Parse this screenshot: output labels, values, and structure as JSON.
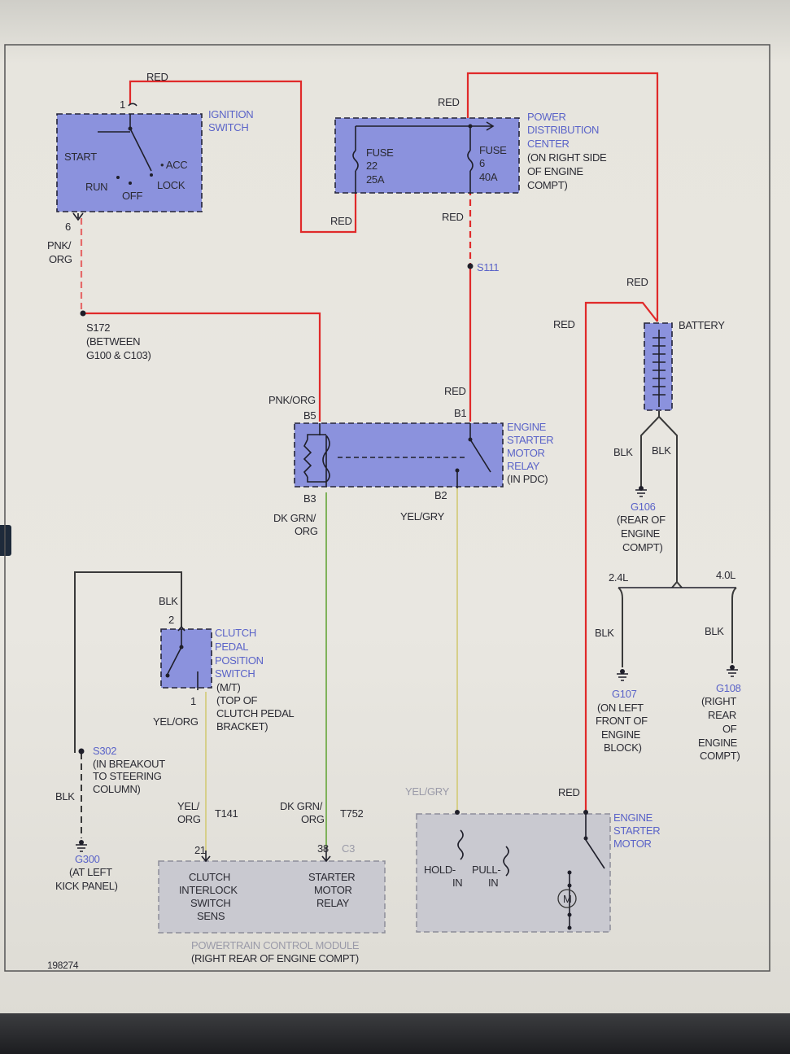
{
  "diagram": {
    "figure_number": "198274",
    "colors": {
      "red_wire": "#e02a2a",
      "pink_wire": "#e56a6a",
      "black_wire": "#3a3a3a",
      "green_wire": "#7fb25a",
      "yellow_wire": "#d6cf8a",
      "component_fill": "#8b92dd",
      "label_blue": "#5a63c8"
    },
    "ignition_switch": {
      "title": [
        "IGNITION",
        "SWITCH"
      ],
      "pin_top": "1",
      "pin_bottom": "6",
      "positions": {
        "start": "START",
        "run": "RUN",
        "off": "OFF",
        "acc": "• ACC",
        "lock": "LOCK"
      }
    },
    "pdc": {
      "title": [
        "POWER",
        "DISTRIBUTION",
        "CENTER",
        "(ON RIGHT SIDE",
        "OF ENGINE",
        "COMPT)"
      ],
      "fuse_a": [
        "FUSE",
        "22",
        "25A"
      ],
      "fuse_b": [
        "FUSE",
        "6",
        "40A"
      ]
    },
    "splices": {
      "s172": [
        "S172",
        "(BETWEEN",
        "G100 & C103)"
      ],
      "s111": "S111",
      "s302": [
        "S302",
        "(IN BREAKOUT",
        "TO STEERING",
        "COLUMN)"
      ]
    },
    "battery": {
      "label": "BATTERY"
    },
    "relay": {
      "title": [
        "ENGINE",
        "STARTER",
        "MOTOR",
        "RELAY"
      ],
      "subtitle": "(IN PDC)",
      "pins": {
        "b5": "B5",
        "b1": "B1",
        "b3": "B3",
        "b2": "B2"
      }
    },
    "clutch": {
      "title": [
        "CLUTCH",
        "PEDAL",
        "POSITION",
        "SWITCH"
      ],
      "note": [
        "(M/T)",
        "(TOP OF",
        "CLUTCH PEDAL",
        "BRACKET)"
      ],
      "pin_top": "2",
      "pin_bottom": "1"
    },
    "grounds": {
      "g106": [
        "G106",
        "(REAR OF",
        "ENGINE",
        "COMPT)"
      ],
      "g107": [
        "G107",
        "(ON LEFT",
        "FRONT OF",
        "ENGINE",
        "BLOCK)"
      ],
      "g108": [
        "G108",
        "(RIGHT",
        "REAR",
        "OF",
        "ENGINE",
        "COMPT)"
      ],
      "g300": [
        "G300",
        "(AT LEFT",
        "KICK PANEL)"
      ]
    },
    "engine_options": {
      "left": "2.4L",
      "right": "4.0L"
    },
    "pcm": {
      "left_block": [
        "CLUTCH",
        "INTERLOCK",
        "SWITCH",
        "SENS"
      ],
      "right_block": [
        "STARTER",
        "MOTOR",
        "RELAY"
      ],
      "pin_left": "21",
      "pin_right": "38",
      "connector_left": "T141",
      "connector_right": "T752",
      "connector_c3": "C3",
      "footer": [
        "POWERTRAIN CONTROL MODULE",
        "(RIGHT REAR OF ENGINE COMPT)"
      ]
    },
    "starter_motor": {
      "title": [
        "ENGINE",
        "STARTER",
        "MOTOR"
      ],
      "hold": [
        "HOLD-",
        "IN"
      ],
      "pull": [
        "PULL-",
        "IN"
      ],
      "motor_symbol": "M"
    },
    "wire_labels": {
      "red_top": "RED",
      "red_pdc_in": "RED",
      "red_fuse22": "RED",
      "red_fuse6": "RED",
      "red_battery": "RED",
      "red_starter": "RED",
      "red_b1": "RED",
      "red_motor": "RED",
      "pnk_org_switch": [
        "PNK/",
        "ORG"
      ],
      "pnk_org_relay": "PNK/ORG",
      "dk_grn_org_relay": [
        "DK GRN/",
        "ORG"
      ],
      "yel_gry_relay": "YEL/GRY",
      "yel_gry_motor": "YEL/GRY",
      "blk_clutch": "BLK",
      "yel_org_clutch": "YEL/ORG",
      "blk_s302": "BLK",
      "yel_org_pcm": [
        "YEL/",
        "ORG"
      ],
      "dk_grn_org_pcm": [
        "DK GRN/",
        "ORG"
      ],
      "blk_bat_left": "BLK",
      "blk_bat_right": "BLK",
      "blk_g107": "BLK",
      "blk_g108": "BLK"
    }
  }
}
